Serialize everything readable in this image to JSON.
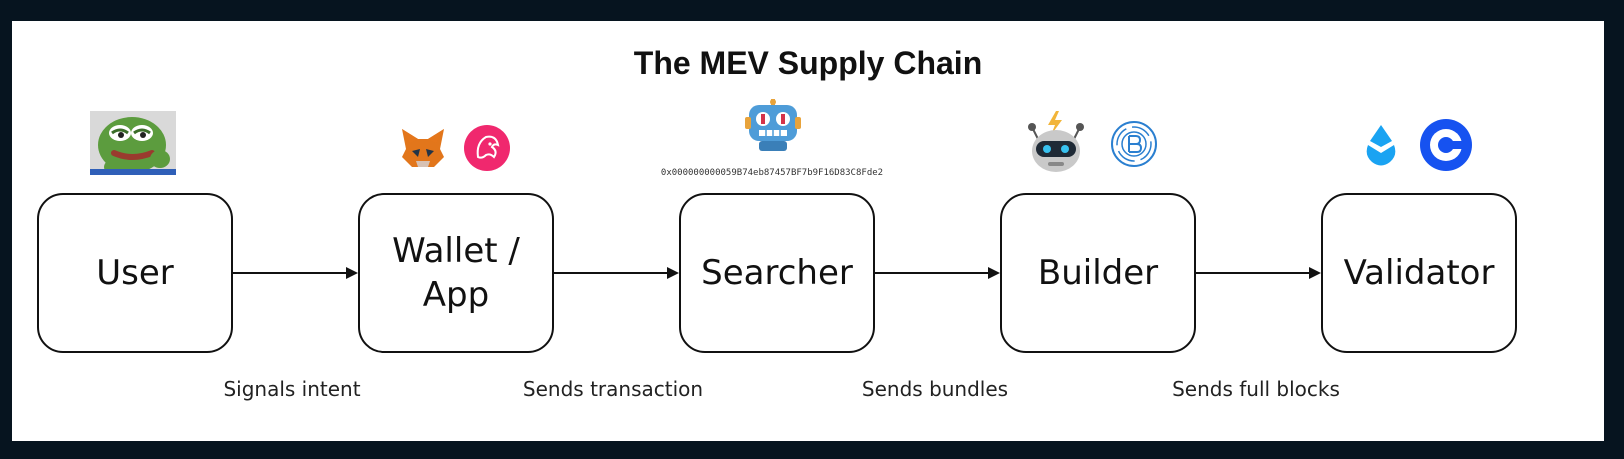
{
  "title": "The MEV Supply Chain",
  "nodes": [
    {
      "label_lines": [
        "User"
      ]
    },
    {
      "label_lines": [
        "Wallet /",
        "App"
      ]
    },
    {
      "label_lines": [
        "Searcher"
      ]
    },
    {
      "label_lines": [
        "Builder"
      ]
    },
    {
      "label_lines": [
        "Validator"
      ]
    }
  ],
  "edges": [
    {
      "label": "Signals intent"
    },
    {
      "label": "Sends transaction"
    },
    {
      "label": "Sends bundles"
    },
    {
      "label": "Sends full blocks"
    }
  ],
  "searcher_address": "0x000000000059B74eb87457BF7b9F16D83C8Fde2",
  "icons": {
    "user": "pepe-frog-icon",
    "wallet": [
      "metamask-fox-icon",
      "pink-lion-icon"
    ],
    "searcher": "robot-icon",
    "builder": [
      "flashbots-robot-icon",
      "builder-b-logo-icon"
    ],
    "validator": [
      "lido-drop-icon",
      "coinbase-c-icon"
    ]
  },
  "colors": {
    "background": "#06141f",
    "card": "#ffffff",
    "stroke": "#111111",
    "lion_pink": "#f0286e",
    "searcher_blue": "#4e9cd8",
    "lido_blue": "#1aa3f2",
    "coinbase_blue": "#1652f0"
  }
}
